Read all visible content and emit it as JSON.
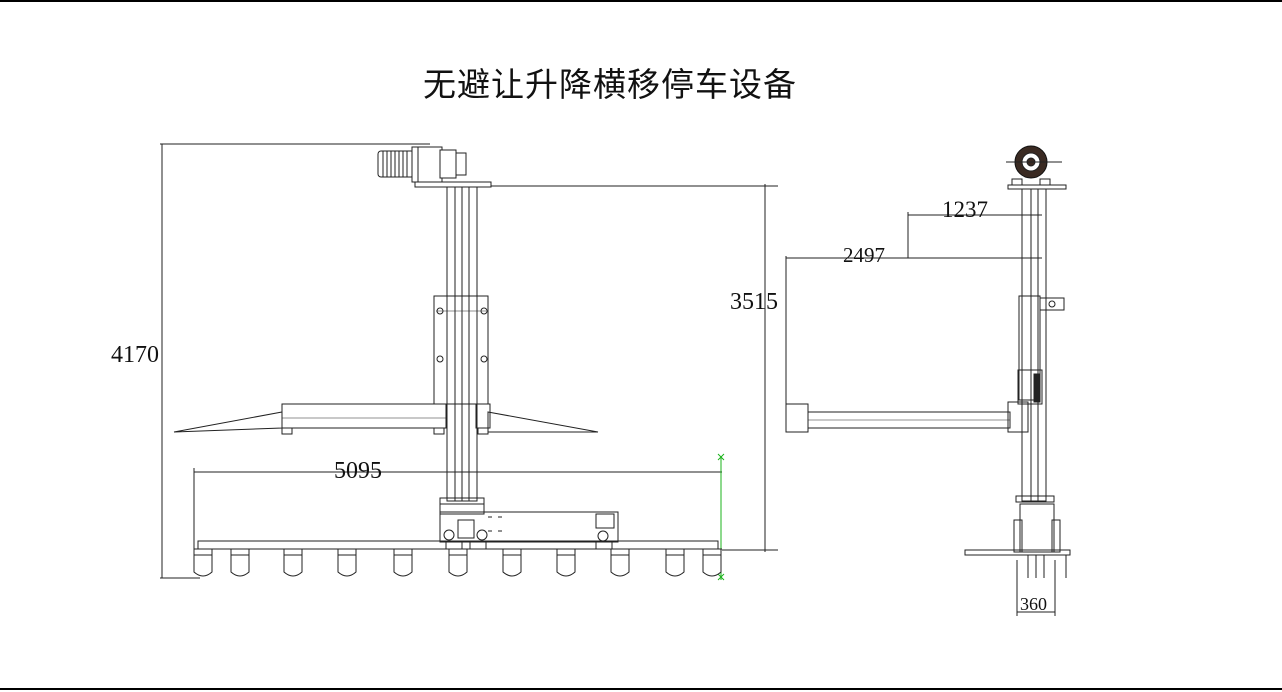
{
  "title": "无避让升降横移停车设备",
  "dimensions": {
    "total_height": "4170",
    "column_height": "3515",
    "base_length": "5095",
    "arm_reach": "2497",
    "arm_offset": "1237",
    "base_width": "360"
  }
}
